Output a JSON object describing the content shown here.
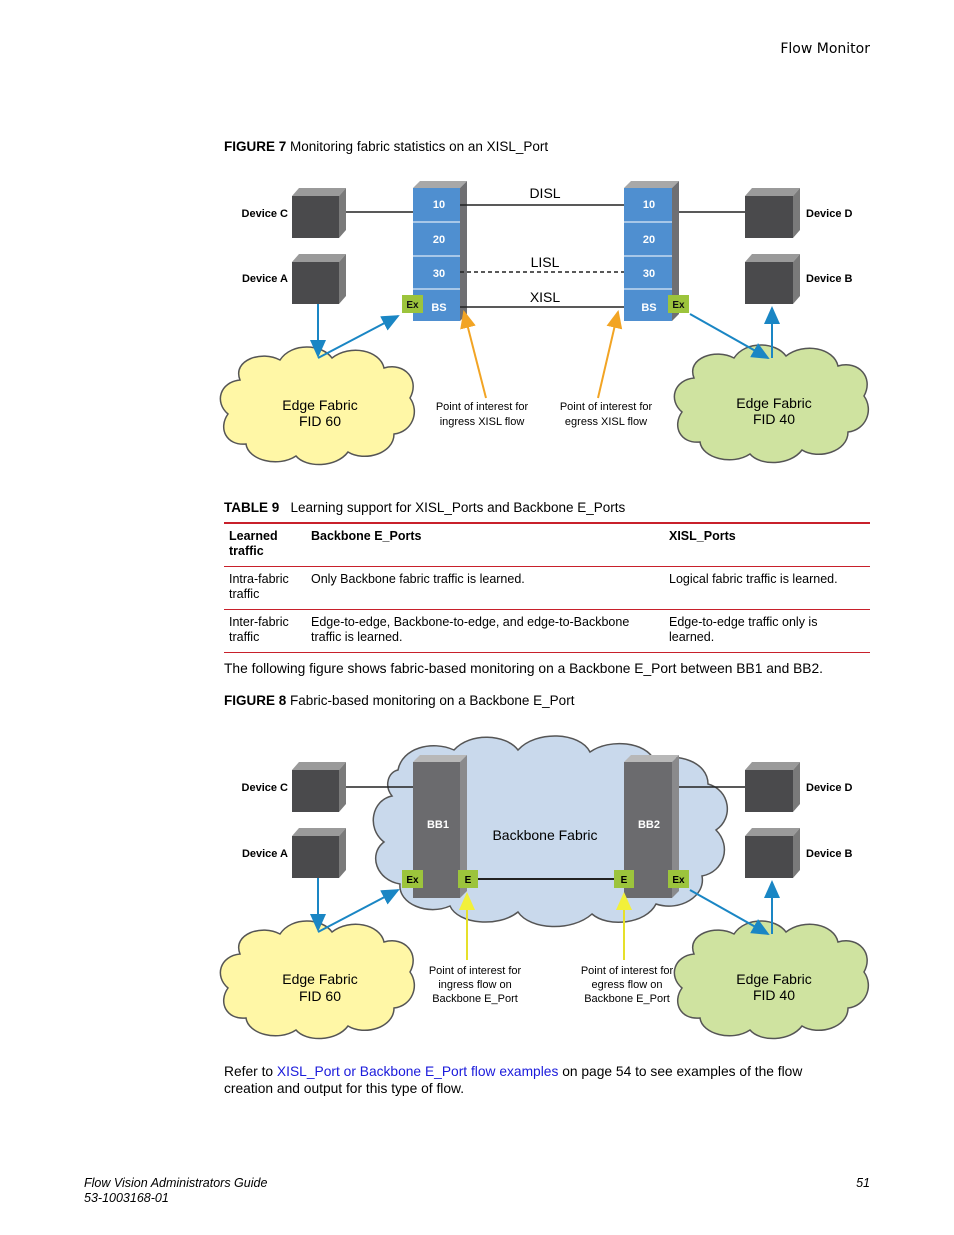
{
  "header": {
    "section": "Flow Monitor"
  },
  "figure7": {
    "label": "FIGURE 7",
    "caption": "Monitoring fabric statistics on an XISL_Port",
    "devices": {
      "c": "Device C",
      "a": "Device A",
      "d": "Device D",
      "b": "Device B"
    },
    "switch_ports": [
      "10",
      "20",
      "30",
      "BS"
    ],
    "ex_label": "Ex",
    "links": {
      "disl": "DISL",
      "lisl": "LISL",
      "xisl": "XISL"
    },
    "left_cloud": {
      "line1": "Edge Fabric",
      "line2": "FID 60"
    },
    "right_cloud": {
      "line1": "Edge Fabric",
      "line2": "FID 40"
    },
    "note_ingress": {
      "line1": "Point of interest for",
      "line2": "ingress XISL flow"
    },
    "note_egress": {
      "line1": "Point of interest for",
      "line2": "egress XISL flow"
    }
  },
  "table9": {
    "label": "TABLE 9",
    "caption": "Learning support for XISL_Ports and Backbone E_Ports",
    "headers": [
      "Learned traffic",
      "Backbone E_Ports",
      "XISL_Ports"
    ],
    "rows": [
      [
        "Intra-fabric traffic",
        "Only Backbone fabric traffic is learned.",
        "Logical fabric traffic is learned."
      ],
      [
        "Inter-fabric traffic",
        "Edge-to-edge, Backbone-to-edge, and edge-to-Backbone traffic is learned.",
        "Edge-to-edge traffic only is learned."
      ]
    ]
  },
  "intro_text": "The following figure shows fabric-based monitoring on a Backbone E_Port between BB1 and BB2.",
  "figure8": {
    "label": "FIGURE 8",
    "caption": "Fabric-based monitoring on a Backbone E_Port",
    "devices": {
      "c": "Device C",
      "a": "Device A",
      "d": "Device D",
      "b": "Device B"
    },
    "bb1": "BB1",
    "bb2": "BB2",
    "backbone": "Backbone Fabric",
    "ex_label": "Ex",
    "e_label": "E",
    "left_cloud": {
      "line1": "Edge Fabric",
      "line2": "FID 60"
    },
    "right_cloud": {
      "line1": "Edge Fabric",
      "line2": "FID 40"
    },
    "note_ingress": {
      "line1": "Point of interest for",
      "line2": "ingress flow on",
      "line3": "Backbone E_Port"
    },
    "note_egress": {
      "line1": "Point of interest for",
      "line2": "egress flow on",
      "line3": "Backbone E_Port"
    }
  },
  "refer": {
    "prefix": "Refer to ",
    "link": "XISL_Port or Backbone E_Port flow examples",
    "suffix": " on page 54 to see examples of the flow",
    "line2": "creation and output for this type of flow."
  },
  "footer": {
    "title": "Flow Vision Administrators Guide",
    "doc_id": "53-1003168-01",
    "page": "51"
  },
  "colors": {
    "rule": "#c8202b",
    "link": "#1a1adb",
    "port_blue": "#4f8fd0",
    "ex_green": "#9cc43c",
    "arrow_blue": "#1a86c4",
    "arrow_orange": "#f2a424",
    "arrow_yellow": "#f2f03a",
    "cloud_yellow": "#fff7a6",
    "cloud_green": "#cfe3a0",
    "cloud_blue": "#c9d9ec"
  }
}
